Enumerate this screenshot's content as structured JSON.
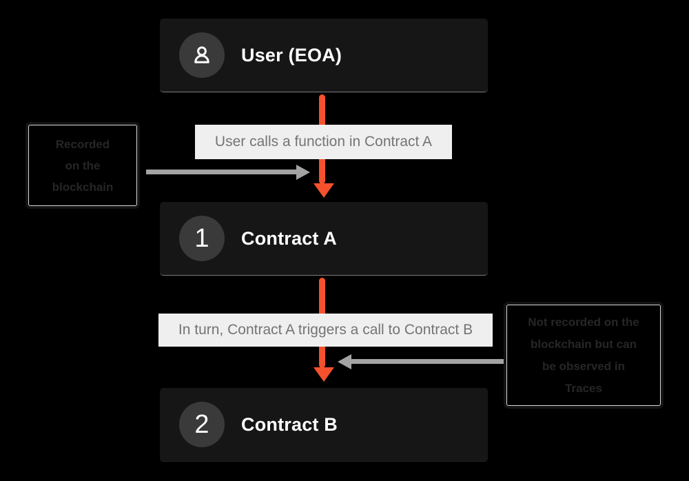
{
  "colors": {
    "page_bg": "#000000",
    "card_bg": "#161616",
    "circle_bg": "#3a3a3a",
    "card_title": "#ffffff",
    "accent": "#f5512d",
    "arrow": "#a3a3a3",
    "label_bg": "#efefef",
    "label_text": "#747474",
    "note_text": "#262626",
    "note_border": "#141414",
    "note_outline": "#d9d9d9"
  },
  "nodes": {
    "user": {
      "title": "User (EOA)",
      "icon": "user-icon"
    },
    "contract_a": {
      "title": "Contract A",
      "badge": "1"
    },
    "contract_b": {
      "title": "Contract B",
      "badge": "2"
    }
  },
  "flow_labels": {
    "call": "User calls a function in Contract A",
    "internal_call": "In turn, Contract A triggers a call to Contract B"
  },
  "notes": {
    "recorded": {
      "lines": [
        "Recorded",
        "on the",
        "blockchain"
      ]
    },
    "not_recorded": {
      "lines": [
        "Not recorded on the",
        "blockchain but can",
        "be observed in",
        "Traces"
      ]
    }
  }
}
